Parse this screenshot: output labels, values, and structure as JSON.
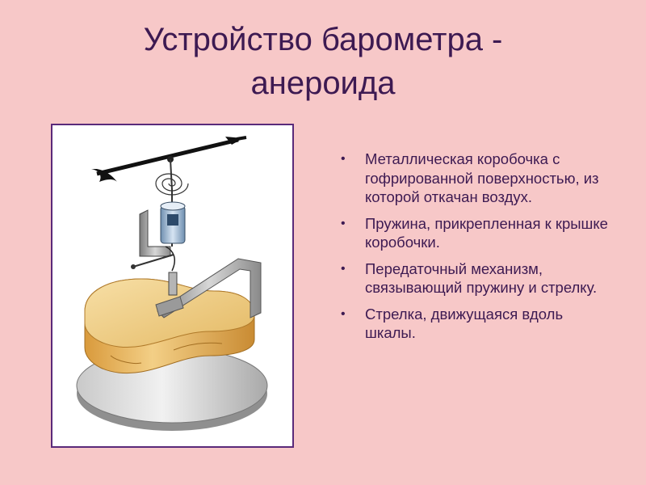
{
  "slide": {
    "title_line1": "Устройство барометра -",
    "title_line2": "анероида",
    "bullet_glyph": "•",
    "bullets": [
      "Металлическая коробочка с гофрированной поверхностью, из которой откачан воздух.",
      "Пружина, прикрепленная к крышке коробочки.",
      "Передаточный механизм, связывающий пружину и стрелку.",
      "Стрелка, движущаяся вдоль шкалы."
    ]
  },
  "colors": {
    "background": "#f7c8c8",
    "text": "#3d1a52",
    "figure_border": "#5a2a7a"
  }
}
